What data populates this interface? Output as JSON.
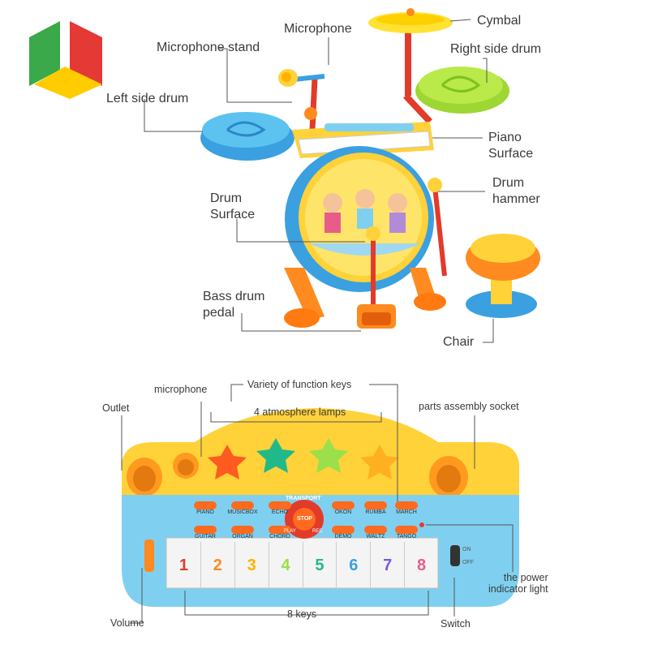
{
  "top_labels": {
    "cymbal": "Cymbal",
    "microphone": "Microphone",
    "microphone_stand": "Microphone stand",
    "right_side_drum": "Right side drum",
    "left_side_drum": "Left side drum",
    "piano_surface": "Piano\nSurface",
    "drum_hammer": "Drum\nhammer",
    "drum_surface": "Drum\nSurface",
    "bass_drum_pedal": "Bass drum\npedal",
    "chair": "Chair"
  },
  "bottom_labels": {
    "microphone": "microphone",
    "variety_function_keys": "Variety of function keys",
    "outlet": "Outlet",
    "atmosphere_lamps": "4 atmosphere lamps",
    "parts_socket": "parts assembly socket",
    "power_indicator": "the power\nindicator light",
    "volume": "Volume",
    "eight_keys": "8 keys",
    "switch": "Switch"
  },
  "keyboard_buttons": {
    "top_row": [
      "PIANO",
      "MUSICBOX",
      "ECHO",
      "OKON",
      "RUMBA",
      "MARCH"
    ],
    "bottom_row": [
      "GUITAR",
      "ORGAN",
      "CHORD",
      "DEMO",
      "WALTZ",
      "TANGO"
    ],
    "transport": "TRANSPORT",
    "stop": "STOP",
    "play": "PLAY",
    "record": "REC"
  },
  "switch_labels": {
    "on": "ON",
    "off": "OFF"
  },
  "piano_keys": [
    "1",
    "2",
    "3",
    "4",
    "5",
    "6",
    "7",
    "8"
  ],
  "colors": {
    "logo_green": "#3aa94a",
    "logo_red": "#e53935",
    "logo_yellow": "#ffcc00",
    "kbd_blue": "#7fd0f0",
    "kbd_yellow": "#ffd23a"
  }
}
